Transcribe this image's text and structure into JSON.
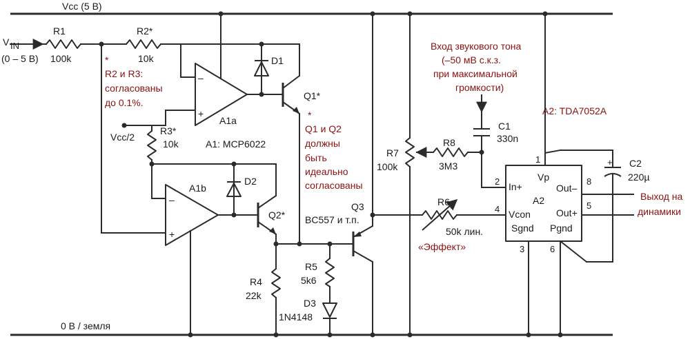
{
  "rails": {
    "vcc": "Vcc (5 В)",
    "gnd": "0 В / земля"
  },
  "input": {
    "label": "V",
    "sub": "IN",
    "range": "(0 – 5 В)"
  },
  "r1": {
    "name": "R1",
    "value": "100k"
  },
  "r2": {
    "name": "R2*",
    "value": "10k"
  },
  "r3": {
    "name": "R3*",
    "value": "10k"
  },
  "r4": {
    "name": "R4",
    "value": "22k"
  },
  "r5": {
    "name": "R5",
    "value": "5k6"
  },
  "r6": {
    "name": "R6",
    "value": "50k лин.",
    "note": "«Эффект»"
  },
  "r7": {
    "name": "R7",
    "value": "100k"
  },
  "r8": {
    "name": "R8",
    "value": "3M3"
  },
  "c1": {
    "name": "C1",
    "value": "330n"
  },
  "c2": {
    "name": "C2",
    "value": "220µ"
  },
  "d1": "D1",
  "d2": "D2",
  "d3": {
    "name": "D3",
    "value": "1N4148"
  },
  "a1a": "A1a",
  "a1b": "A1b",
  "a1": "A1: MCP6022",
  "q1": "Q1*",
  "q2": "Q2*",
  "q3": {
    "name": "Q3",
    "value": "BC557 и т.п."
  },
  "vref": "Vcc/2",
  "note_r": {
    "star": "*",
    "lines": [
      "R2 и R3:",
      "согласованы",
      "до 0.1%."
    ]
  },
  "note_q": {
    "star": "*",
    "lines": [
      "Q1 и Q2",
      "должны",
      "быть",
      "идеально",
      "согласованы"
    ]
  },
  "tone": {
    "lines": [
      "Вход звукового тона",
      "(–50 мВ с.к.з.",
      "при максимальной",
      "громкости)"
    ]
  },
  "a2": {
    "title": "A2: TDA7052A",
    "name": "A2",
    "pins": {
      "vp": "Vp",
      "inp": "In+",
      "vcon": "Vcon",
      "sgnd": "Sgnd",
      "pgnd": "Pgnd",
      "outm": "Out–",
      "outp": "Out+"
    },
    "nums": {
      "p1": "1",
      "p2": "2",
      "p3": "3",
      "p4": "4",
      "p5": "5",
      "p6": "6",
      "p8": "8"
    }
  },
  "out_label": [
    "Выход на",
    "динамики"
  ],
  "opamp": {
    "minus": "–",
    "plus": "+"
  }
}
